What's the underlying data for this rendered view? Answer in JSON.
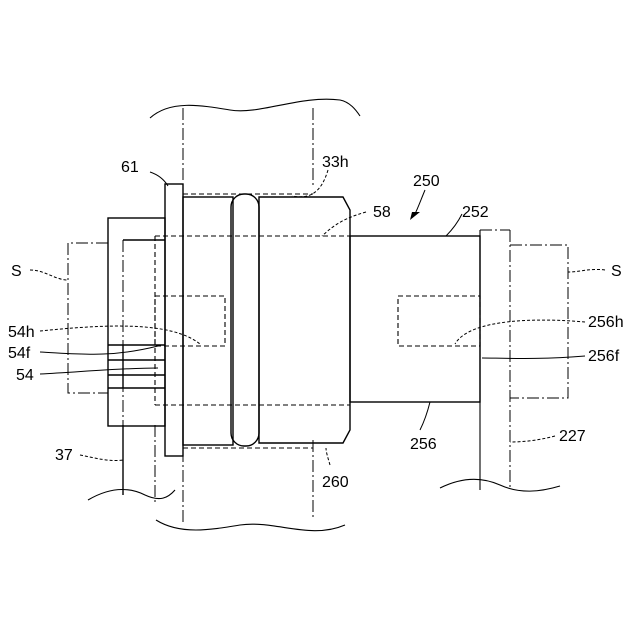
{
  "labels": {
    "l61": "61",
    "l33h": "33h",
    "l250": "250",
    "l58": "58",
    "l252": "252",
    "lS_left": "S",
    "lS_right": "S",
    "l54h": "54h",
    "l54f": "54f",
    "l54": "54",
    "l256h": "256h",
    "l256f": "256f",
    "l256": "256",
    "l227": "227",
    "l37": "37",
    "l260": "260"
  }
}
